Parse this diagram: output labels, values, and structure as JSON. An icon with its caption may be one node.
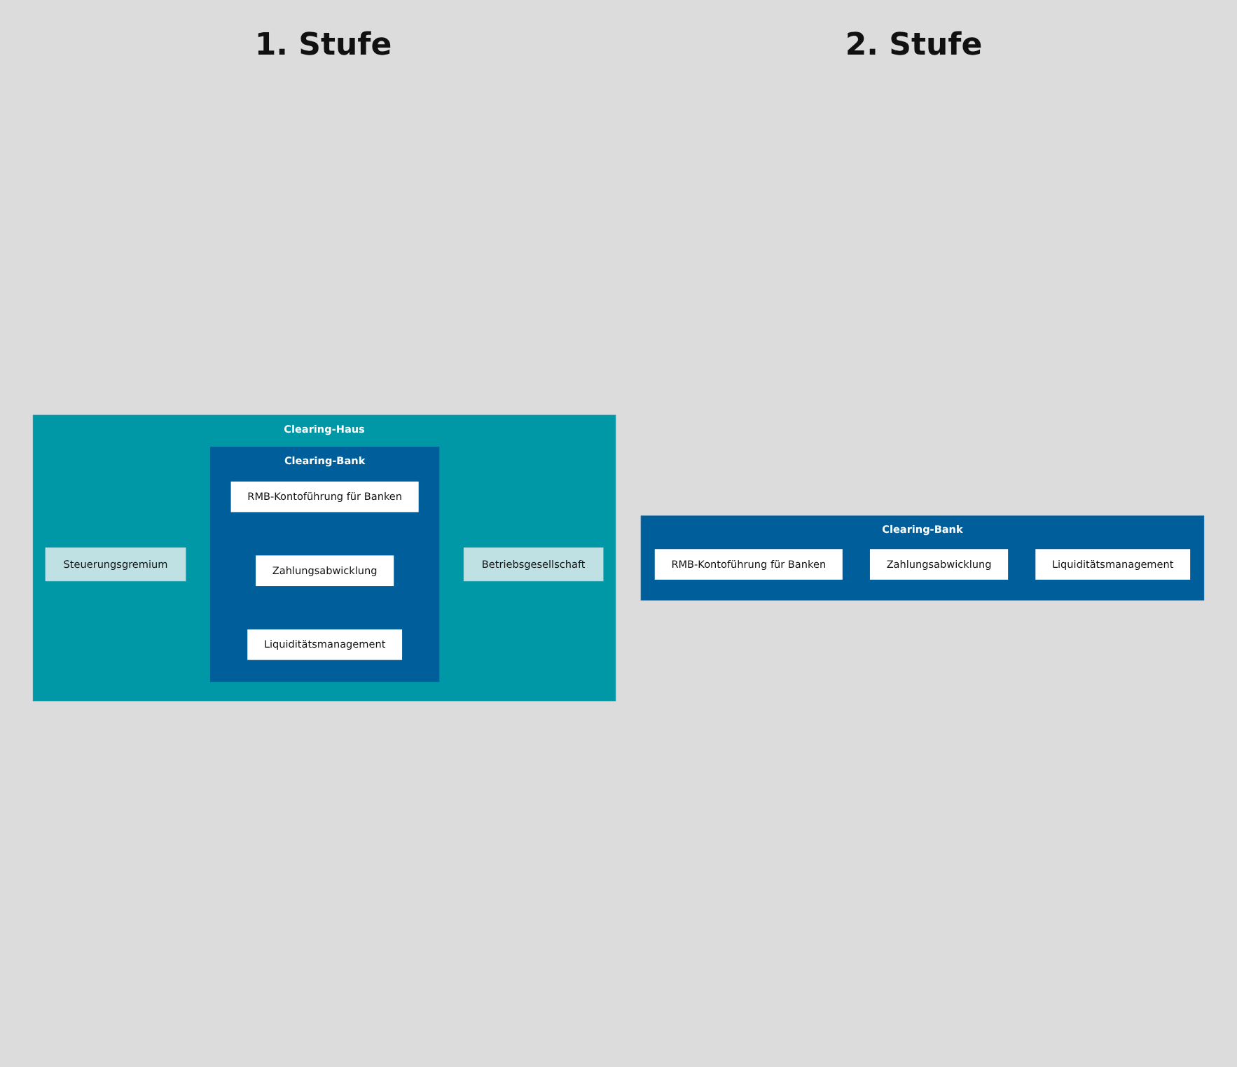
{
  "diagram": {
    "nodes": [
      {
        "text": [
          "Clearing-Bank"
        ]
      },
      {
        "text": [
          "RMB-Kontoführung für Banken"
        ],
        "in": 0
      },
      {
        "text": [
          "Zahlungsabwicklung"
        ],
        "in": 0
      },
      {
        "text": [
          "Liquiditätsmanagement"
        ],
        "in": 0
      },
      {
        "text": [
          "Clearing-Haus"
        ]
      },
      {
        "text": [
          "Steuerungsgremium"
        ],
        "in": 4
      },
      {
        "text": [
          "Clearing-Bank"
        ],
        "in": 4
      },
      {
        "text": [
          "RMB-Kontoführung für Banken"
        ],
        "in": 6
      },
      {
        "text": [
          "Zahlungsabwicklung"
        ],
        "in": 6
      },
      {
        "text": [
          "Liquiditätsmanagement"
        ],
        "in": 6
      },
      {
        "text": [
          "Betriebsgesellschaft"
        ],
        "in": 4
      }
    ],
    "edges": [],
    "labels": [
      "1. Stufe",
      "2. Stufe"
    ]
  }
}
